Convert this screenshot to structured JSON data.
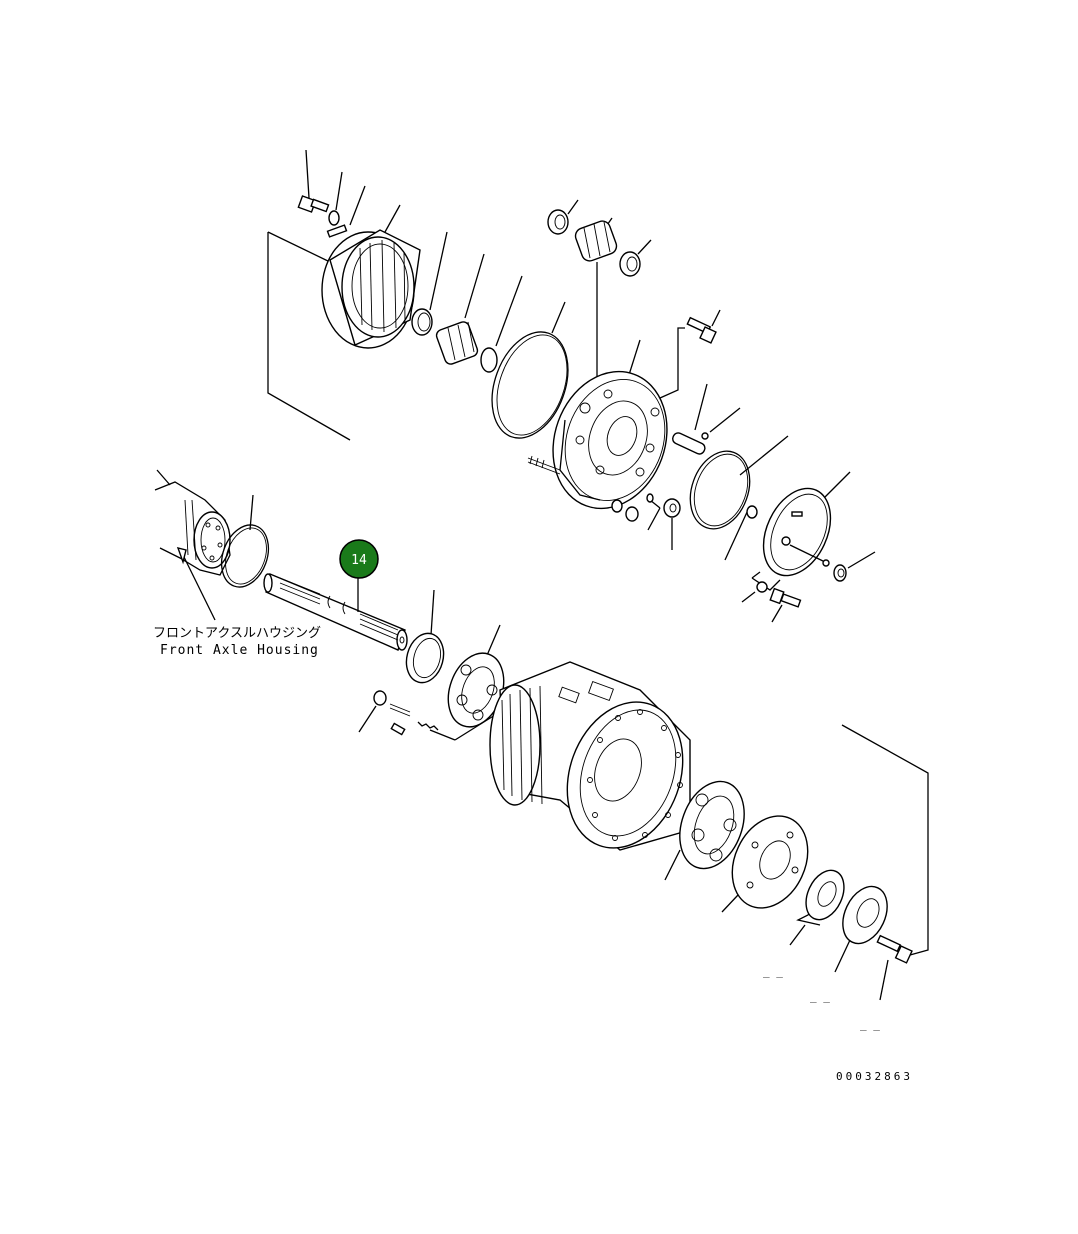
{
  "labels": {
    "housing_jp": "フロントアクスルハウジング",
    "housing_en": "Front Axle Housing",
    "drawing_number": "00032863"
  },
  "callout": {
    "number": "14",
    "color": "#1a7a1a"
  },
  "ref_marks": [
    "_  _",
    "_  _",
    "_  _"
  ]
}
